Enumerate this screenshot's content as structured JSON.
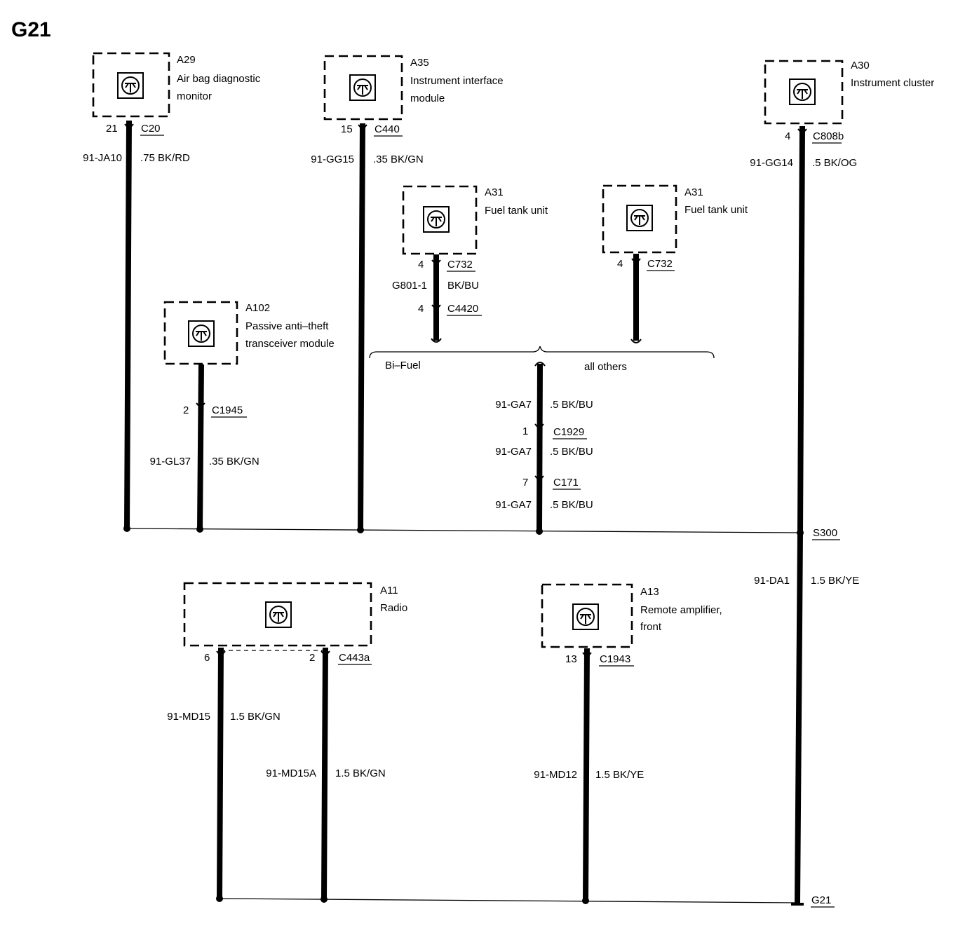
{
  "diagram_title": "G21",
  "components": {
    "a29": {
      "id": "A29",
      "name_line1": "Air bag diagnostic",
      "name_line2": "monitor"
    },
    "a35": {
      "id": "A35",
      "name_line1": "Instrument interface",
      "name_line2": "module"
    },
    "a30": {
      "id": "A30",
      "name_line1": "Instrument cluster"
    },
    "a31_bifuel": {
      "id": "A31",
      "name_line1": "Fuel tank unit"
    },
    "a31_others": {
      "id": "A31",
      "name_line1": "Fuel tank unit"
    },
    "a102": {
      "id": "A102",
      "name_line1": "Passive anti–theft",
      "name_line2": "transceiver module"
    },
    "a11": {
      "id": "A11",
      "name_line1": "Radio"
    },
    "a13": {
      "id": "A13",
      "name_line1": "Remote amplifier,",
      "name_line2": "front"
    }
  },
  "connectors": {
    "a29": {
      "pin": "21",
      "name": "C20"
    },
    "a35": {
      "pin": "15",
      "name": "C440"
    },
    "a30": {
      "pin": "4",
      "name": "C808b"
    },
    "a31_bifuel_top": {
      "pin": "4",
      "name": "C732"
    },
    "a31_bifuel_bottom": {
      "pin": "4",
      "name": "C4420"
    },
    "a31_others": {
      "pin": "4",
      "name": "C732"
    },
    "a102": {
      "pin": "2",
      "name": "C1945"
    },
    "c1929": {
      "pin": "1",
      "name": "C1929"
    },
    "c171": {
      "pin": "7",
      "name": "C171"
    },
    "a11_left": {
      "pin": "6"
    },
    "a11_right": {
      "pin": "2",
      "name": "C443a"
    },
    "a13": {
      "pin": "13",
      "name": "C1943"
    }
  },
  "wires": {
    "a29": {
      "circuit": "91-JA10",
      "spec": ".75 BK/RD"
    },
    "a35": {
      "circuit": "91-GG15",
      "spec": ".35 BK/GN"
    },
    "a30": {
      "circuit": "91-GG14",
      "spec": ".5 BK/OG"
    },
    "a31_bifuel": {
      "circuit": "G801-1",
      "spec": "BK/BU"
    },
    "a102": {
      "circuit": "91-GL37",
      "spec": ".35 BK/GN"
    },
    "ga7_1": {
      "circuit": "91-GA7",
      "spec": ".5 BK/BU"
    },
    "ga7_2": {
      "circuit": "91-GA7",
      "spec": ".5 BK/BU"
    },
    "ga7_3": {
      "circuit": "91-GA7",
      "spec": ".5 BK/BU"
    },
    "da1": {
      "circuit": "91-DA1",
      "spec": "1.5 BK/YE"
    },
    "md15": {
      "circuit": "91-MD15",
      "spec": "1.5 BK/GN"
    },
    "md15a": {
      "circuit": "91-MD15A",
      "spec": "1.5 BK/GN"
    },
    "md12": {
      "circuit": "91-MD12",
      "spec": "1.5 BK/YE"
    }
  },
  "variants": {
    "left": "Bi–Fuel",
    "right": "all others"
  },
  "splice": "S300",
  "ground": "G21"
}
